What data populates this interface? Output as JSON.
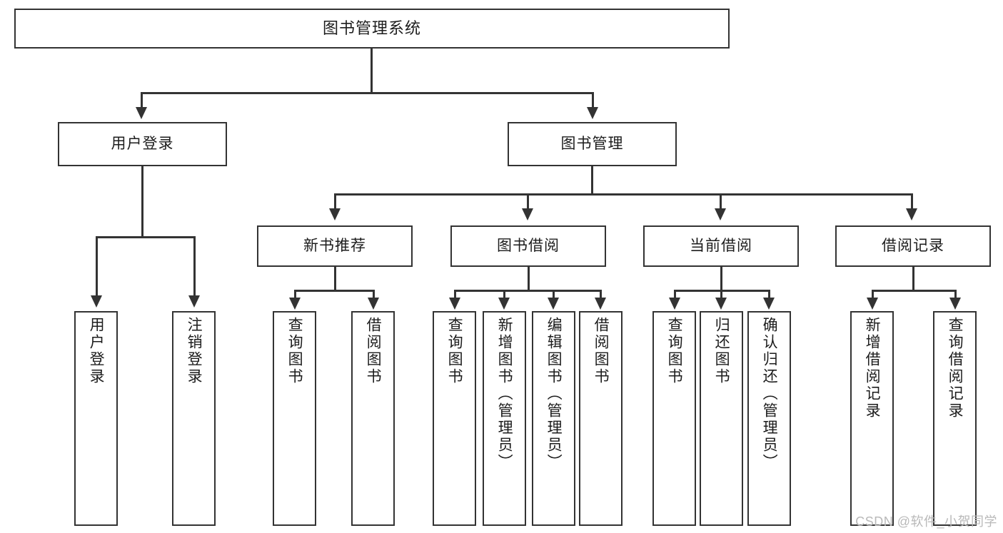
{
  "diagram": {
    "title": "图书管理系统",
    "watermark": "CSDN @软件_小贺同学",
    "levels": {
      "root": {
        "label": "图书管理系统"
      },
      "level2": [
        {
          "label": "用户登录"
        },
        {
          "label": "图书管理"
        }
      ],
      "level3": [
        {
          "label": "新书推荐"
        },
        {
          "label": "图书借阅"
        },
        {
          "label": "当前借阅"
        },
        {
          "label": "借阅记录"
        }
      ],
      "leaves": {
        "user_login": [
          {
            "label": "用户登录"
          },
          {
            "label": "注销登录"
          }
        ],
        "new_book_recommend": [
          {
            "label": "查询图书"
          },
          {
            "label": "借阅图书"
          }
        ],
        "book_borrow": [
          {
            "label": "查询图书"
          },
          {
            "label": "新增图书（管理员）"
          },
          {
            "label": "编辑图书（管理员）"
          },
          {
            "label": "借阅图书"
          }
        ],
        "current_borrow": [
          {
            "label": "查询图书"
          },
          {
            "label": "归还图书"
          },
          {
            "label": "确认归还（管理员）"
          }
        ],
        "borrow_record": [
          {
            "label": "新增借阅记录"
          },
          {
            "label": "查询借阅记录"
          }
        ]
      }
    },
    "colors": {
      "stroke": "#333333",
      "fill": "#ffffff",
      "text": "#1c1c1c",
      "watermark": "#b9b9b9"
    }
  }
}
